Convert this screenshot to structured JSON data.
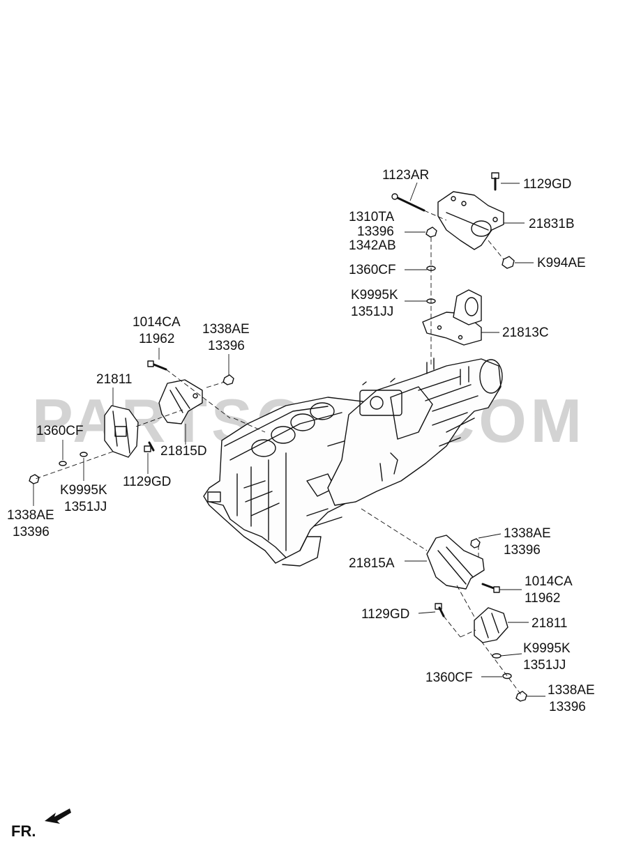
{
  "watermark": "PARTSOUQ.COM",
  "orientation_label": "FR.",
  "part_labels": {
    "p1123AR": "1123AR",
    "p1129GD_top": "1129GD",
    "p1310TA": "1310TA",
    "p13396_top": "13396",
    "p1342AB": "1342AB",
    "p21831B": "21831B",
    "pK994AE": "K994AE",
    "p1360CF_top": "1360CF",
    "pK9995K_top": "K9995K",
    "p1351JJ_top": "1351JJ",
    "p21813C": "21813C",
    "p1014CA_left": "1014CA",
    "p11962_left": "11962",
    "p1338AE_left_top": "1338AE",
    "p13396_left_top": "13396",
    "p21811_left": "21811",
    "p1360CF_left": "1360CF",
    "p21815D": "21815D",
    "pK9995K_left": "K9995K",
    "p1351JJ_left": "1351JJ",
    "p1129GD_left": "1129GD",
    "p1338AE_left_bot": "1338AE",
    "p13396_left_bot": "13396",
    "p1338AE_right_top": "1338AE",
    "p13396_right_top": "13396",
    "p21815A": "21815A",
    "p1014CA_right": "1014CA",
    "p11962_right": "11962",
    "p1129GD_right": "1129GD",
    "p21811_right": "21811",
    "pK9995K_right": "K9995K",
    "p1351JJ_right": "1351JJ",
    "p1360CF_right": "1360CF",
    "p1338AE_right_bot": "1338AE",
    "p13396_right_bot": "13396"
  }
}
